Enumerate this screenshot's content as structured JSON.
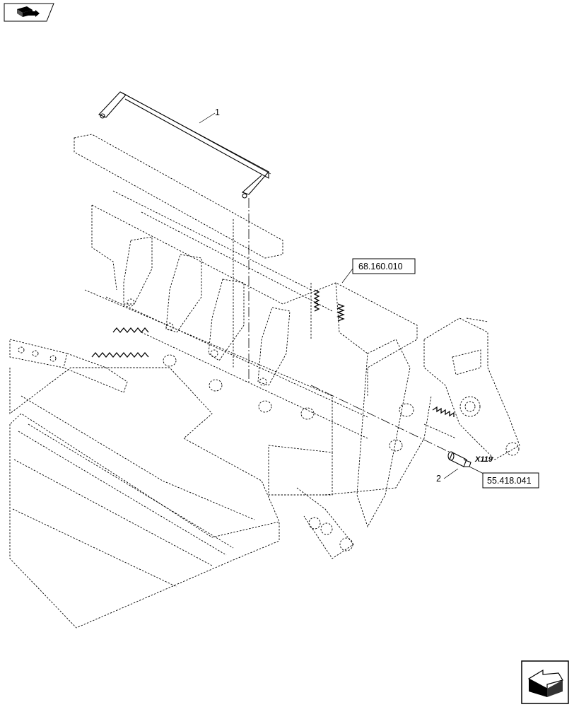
{
  "callouts": {
    "item_1": "1",
    "item_2": "2"
  },
  "references": {
    "ref_a": "68.160.010",
    "ref_b": "55.418.041"
  },
  "connector_label": "X119",
  "icons": {
    "top_left": "view-orientation-icon",
    "bottom_right": "next-page-arrow-icon"
  }
}
